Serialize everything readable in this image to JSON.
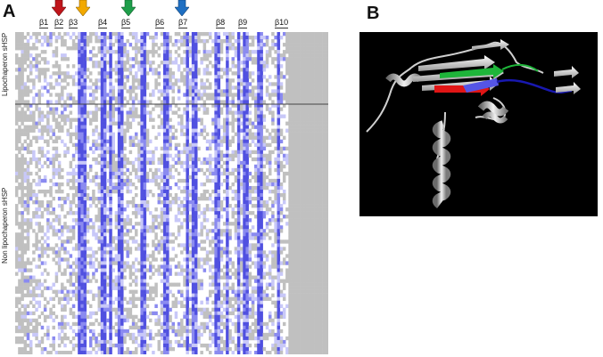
{
  "panel_a": {
    "letter": "A",
    "group_labels": {
      "lipochaperon": "Lipochaperon sHSP",
      "non_lipochaperon": "Non lipochaperon sHSP"
    },
    "strands": [
      "β1",
      "β2",
      "β3",
      "β4",
      "β5",
      "β6",
      "β7",
      "β8",
      "β9",
      "β10"
    ],
    "arrow_colors": {
      "red": "#c0151b",
      "orange": "#f2a900",
      "green": "#1e9e4a",
      "blue": "#1f6fc2"
    }
  },
  "panel_b": {
    "letter": "B"
  },
  "colors": {
    "gap": "#c0c0c0",
    "identity_dark": "#5050e0",
    "identity_mid": "#8a8af0",
    "identity_light": "#c8c8f8",
    "background": "#ffffff",
    "structure_bg": "#000000"
  }
}
